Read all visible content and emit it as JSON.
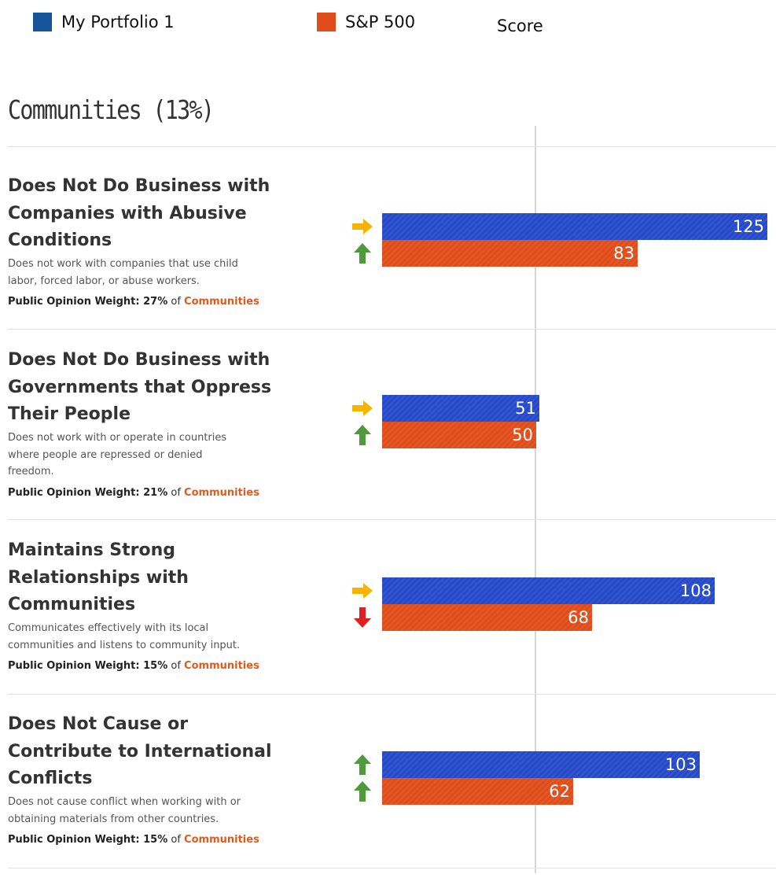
{
  "legend": {
    "portfolio": "My Portfolio 1",
    "benchmark": "S&P 500",
    "score": "Score"
  },
  "colors": {
    "portfolio": "#2549c8",
    "portfolio_swatch": "#17559b",
    "benchmark": "#e04c1a",
    "link": "#e05a1e",
    "arrow_right": "#f5b400",
    "arrow_up": "#4f9a3a",
    "arrow_down": "#e02020"
  },
  "section": {
    "title": "Communities (13%)"
  },
  "chart_data": {
    "type": "bar",
    "orientation": "horizontal",
    "title": "Communities (13%)",
    "legend": [
      "My Portfolio 1",
      "S&P 500"
    ],
    "legend_placement": "top",
    "reference_line": 50,
    "xlim": [
      0,
      125
    ],
    "categories": [
      "Does Not Do Business with Companies with Abusive Conditions",
      "Does Not Do Business with Governments that Oppress Their People",
      "Maintains Strong Relationships with Communities",
      "Does Not Cause or Contribute to International Conflicts"
    ],
    "series": [
      {
        "name": "My Portfolio 1",
        "values": [
          125,
          51,
          108,
          103
        ]
      },
      {
        "name": "S&P 500",
        "values": [
          83,
          50,
          68,
          62
        ]
      }
    ]
  },
  "rows": [
    {
      "title": "Does Not Do Business with Companies with Abusive Conditions",
      "title_lines": [
        "Does Not Do Business with",
        "Companies with Abusive",
        "Conditions"
      ],
      "description_lines": [
        "Does not work with companies that use child",
        "labor, forced labor, or abuse workers."
      ],
      "weight_label": "Public Opinion Weight:",
      "weight_pct": "27%",
      "weight_of": "of",
      "weight_link": "Communities",
      "portfolio_value": 125,
      "benchmark_value": 83,
      "portfolio_arrow": "arrow-right-icon",
      "benchmark_arrow": "arrow-up-icon"
    },
    {
      "title": "Does Not Do Business with Governments that Oppress Their People",
      "title_lines": [
        "Does Not Do Business with",
        "Governments that Oppress",
        "Their People"
      ],
      "description_lines": [
        "Does not work with or operate in countries",
        "where people are repressed or denied",
        "freedom."
      ],
      "weight_label": "Public Opinion Weight:",
      "weight_pct": "21%",
      "weight_of": "of",
      "weight_link": "Communities",
      "portfolio_value": 51,
      "benchmark_value": 50,
      "portfolio_arrow": "arrow-right-icon",
      "benchmark_arrow": "arrow-up-icon"
    },
    {
      "title": "Maintains Strong Relationships with Communities",
      "title_lines": [
        "Maintains Strong",
        "Relationships with",
        "Communities"
      ],
      "description_lines": [
        "Communicates effectively with its local",
        "communities and listens to community input."
      ],
      "weight_label": "Public Opinion Weight:",
      "weight_pct": "15%",
      "weight_of": "of",
      "weight_link": "Communities",
      "portfolio_value": 108,
      "benchmark_value": 68,
      "portfolio_arrow": "arrow-right-icon",
      "benchmark_arrow": "arrow-down-icon"
    },
    {
      "title": "Does Not Cause or Contribute to International Conflicts",
      "title_lines": [
        "Does Not Cause or",
        "Contribute to International",
        "Conflicts"
      ],
      "description_lines": [
        "Does not cause conflict when working with or",
        "obtaining materials from other countries."
      ],
      "weight_label": "Public Opinion Weight:",
      "weight_pct": "15%",
      "weight_of": "of",
      "weight_link": "Communities",
      "portfolio_value": 103,
      "benchmark_value": 62,
      "portfolio_arrow": "arrow-up-icon",
      "benchmark_arrow": "arrow-up-icon"
    }
  ]
}
